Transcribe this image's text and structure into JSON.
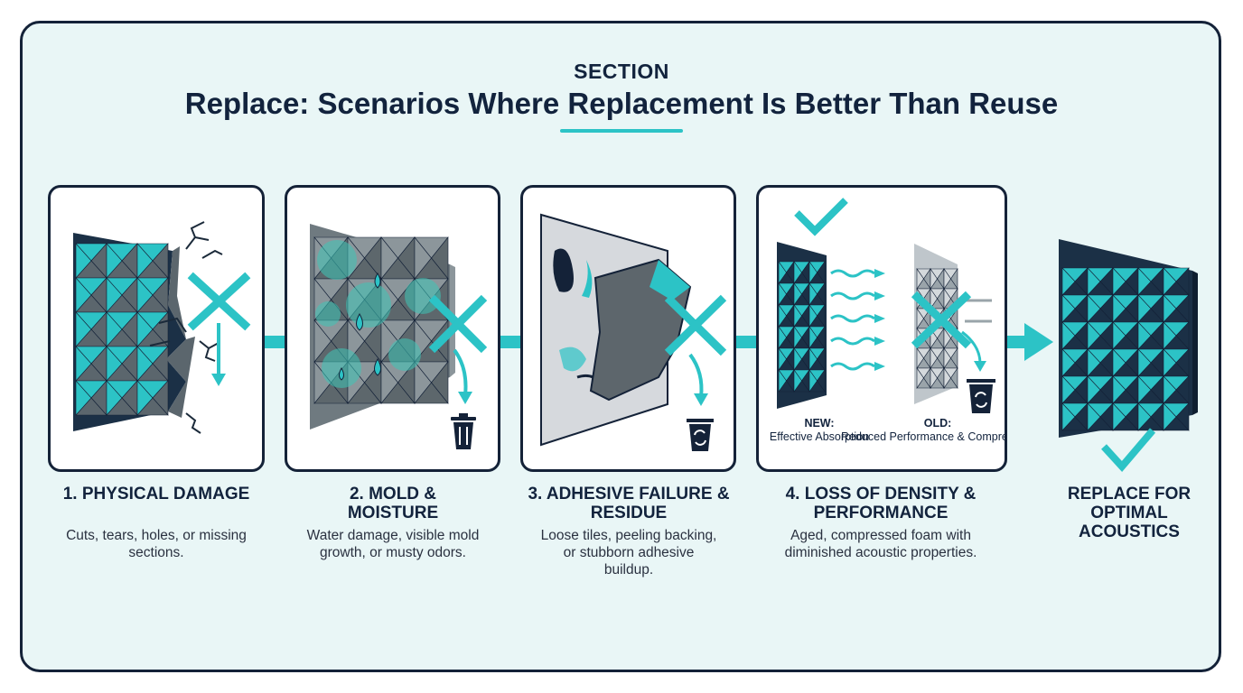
{
  "header": {
    "eyebrow": "SECTION",
    "title": "Replace: Scenarios Where Replacement Is Better Than Reuse"
  },
  "colors": {
    "teal": "#2cc3c6",
    "navy": "#142238",
    "background": "#e9f6f6",
    "grey_foam": "#6f7a80"
  },
  "steps": [
    {
      "heading": "1. PHYSICAL DAMAGE",
      "desc": "Cuts, tears, holes, or missing sections.",
      "icons": [
        "damaged-foam-panel",
        "crack-icon",
        "x-mark-icon",
        "arrow-down-icon"
      ]
    },
    {
      "heading": "2. MOLD & MOISTURE",
      "desc": "Water damage, visible mold growth, or musty odors.",
      "icons": [
        "moldy-foam-panel",
        "water-drop-icon",
        "x-mark-icon",
        "trash-can-icon"
      ]
    },
    {
      "heading": "3. ADHESIVE FAILURE & RESIDUE",
      "desc": "Loose tiles, peeling backing, or stubborn adhesive buildup.",
      "icons": [
        "peeling-panel",
        "x-mark-icon",
        "recycle-bin-icon"
      ]
    },
    {
      "heading": "4. LOSS OF DENSITY & PERFORMANCE",
      "desc": "Aged, compressed foam with diminished acoustic properties.",
      "new_label": "NEW:",
      "new_text": "Effective Absorption",
      "old_label": "OLD:",
      "old_text": "Reduced Performance & Compression",
      "icons": [
        "check-mark-icon",
        "new-foam-panel",
        "sound-wave-icon",
        "old-foam-panel",
        "x-mark-icon",
        "recycle-bin-icon"
      ]
    },
    {
      "heading": "REPLACE FOR OPTIMAL ACOUSTICS",
      "icons": [
        "new-foam-panel",
        "check-mark-icon",
        "arrow-right-icon"
      ]
    }
  ]
}
